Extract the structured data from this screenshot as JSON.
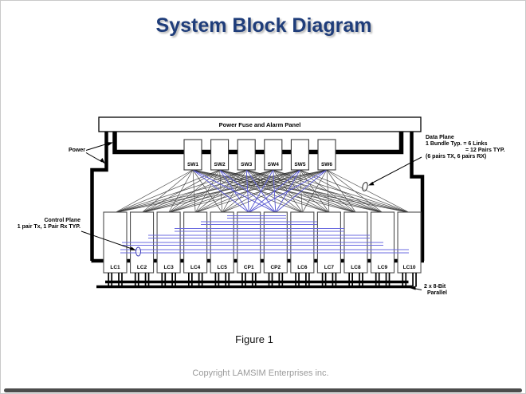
{
  "title": "System Block Diagram",
  "panel": {
    "label": "Power Fuse and Alarm Panel"
  },
  "switches": [
    "SW1",
    "SW2",
    "SW3",
    "SW4",
    "SW5",
    "SW6"
  ],
  "cards": [
    "LC1",
    "LC2",
    "LC3",
    "LC4",
    "LC5",
    "CP1",
    "CP2",
    "LC6",
    "LC7",
    "LC8",
    "LC9",
    "LC10"
  ],
  "callouts": {
    "power": "Power",
    "data_plane": {
      "line1": "Data Plane",
      "line2": "1 Bundle Typ. = 6 Links",
      "line3": "= 12 Pairs TYP.",
      "line4": "(6 pairs TX, 6 pairs RX)"
    },
    "control_plane": {
      "line1": "Control Plane",
      "line2": "1 pair Tx, 1 Pair Rx TYP."
    },
    "parallel": {
      "line1": "2 x 8-Bit",
      "line2": "Parallel"
    }
  },
  "caption": "Figure 1",
  "copyright": "Copyright LAMSIM Enterprises inc.",
  "colors": {
    "title": "#1f3d7a",
    "control_line": "#6b6be0",
    "mesh_blue": "#5252d0",
    "mesh_dark": "#2b2b2b",
    "power_bus": "#000000"
  }
}
